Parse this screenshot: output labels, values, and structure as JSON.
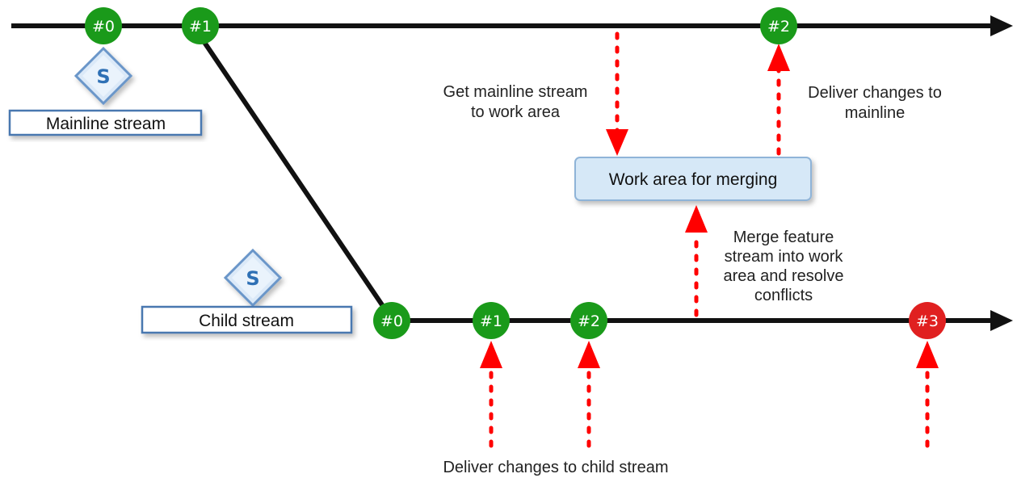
{
  "mainline": {
    "label": "Mainline stream",
    "icon": "stream-icon",
    "icon_letter": "S",
    "nodes": [
      {
        "label": "#0",
        "color": "#1a9a1a"
      },
      {
        "label": "#1",
        "color": "#1a9a1a"
      },
      {
        "label": "#2",
        "color": "#1a9a1a"
      }
    ]
  },
  "child": {
    "label": "Child stream",
    "icon": "stream-icon",
    "icon_letter": "S",
    "nodes": [
      {
        "label": "#0",
        "color": "#1a9a1a"
      },
      {
        "label": "#1",
        "color": "#1a9a1a"
      },
      {
        "label": "#2",
        "color": "#1a9a1a"
      },
      {
        "label": "#3",
        "color": "#e02020"
      }
    ]
  },
  "work_area": {
    "label": "Work area for merging"
  },
  "annotations": {
    "get_mainline": [
      "Get mainline stream",
      "to work area"
    ],
    "deliver_mainline": [
      "Deliver changes to",
      "mainline"
    ],
    "merge_feature": [
      "Merge feature",
      "stream into work",
      "area and resolve",
      "conflicts"
    ],
    "deliver_child": "Deliver changes to child stream"
  },
  "colors": {
    "line": "#111111",
    "arrow_red": "#ff0000",
    "box_fill": "#d6e8f7",
    "box_stroke": "#8fb4d8",
    "label_box_stroke": "#4a78b0"
  }
}
